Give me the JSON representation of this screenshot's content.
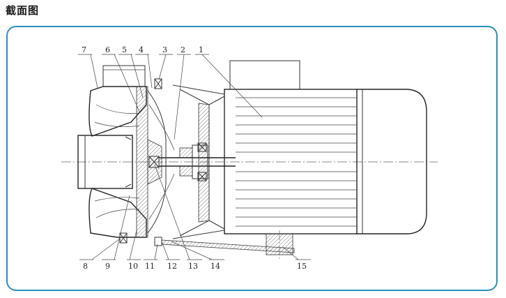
{
  "title": "截面图",
  "colors": {
    "frame_border": "#2a8fb8",
    "line": "#333333"
  },
  "labels_top": [
    "7",
    "6",
    "5",
    "4",
    "3",
    "2",
    "1"
  ],
  "labels_bottom": [
    "8",
    "9",
    "10",
    "11",
    "12",
    "13",
    "14",
    "15"
  ]
}
